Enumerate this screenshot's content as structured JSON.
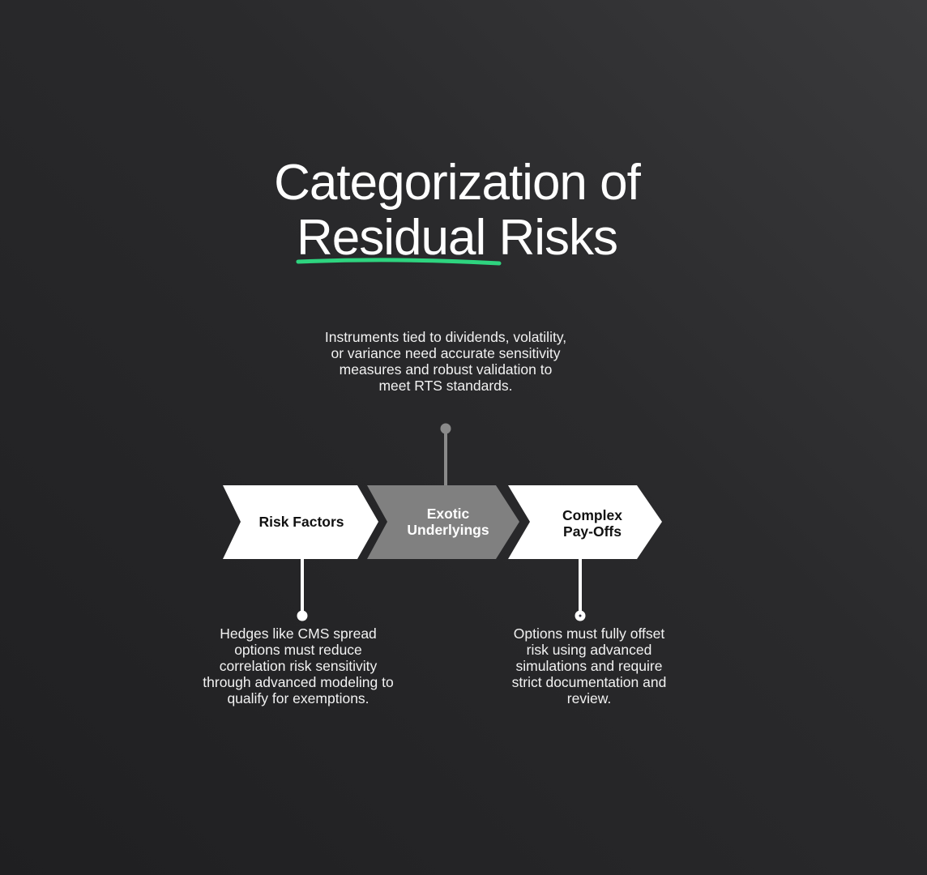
{
  "title": {
    "line1": "Categorization of",
    "highlight": "Residual",
    "rest": "Risks"
  },
  "colors": {
    "accent": "#2ed47f",
    "active": "#808080",
    "inactive": "#ffffff",
    "background": "#262628"
  },
  "steps": [
    {
      "label": "Risk Factors",
      "description": "Hedges like CMS spread options must reduce correlation risk sensitivity through advanced modeling to qualify for exemptions."
    },
    {
      "label_line1": "Exotic",
      "label_line2": "Underlyings",
      "description": "Instruments tied to dividends, volatility, or variance need accurate sensitivity measures and robust validation to meet RTS standards."
    },
    {
      "label_line1": "Complex",
      "label_line2": "Pay-Offs",
      "description": "Options must fully offset risk using advanced simulations and require strict documentation and review."
    }
  ]
}
